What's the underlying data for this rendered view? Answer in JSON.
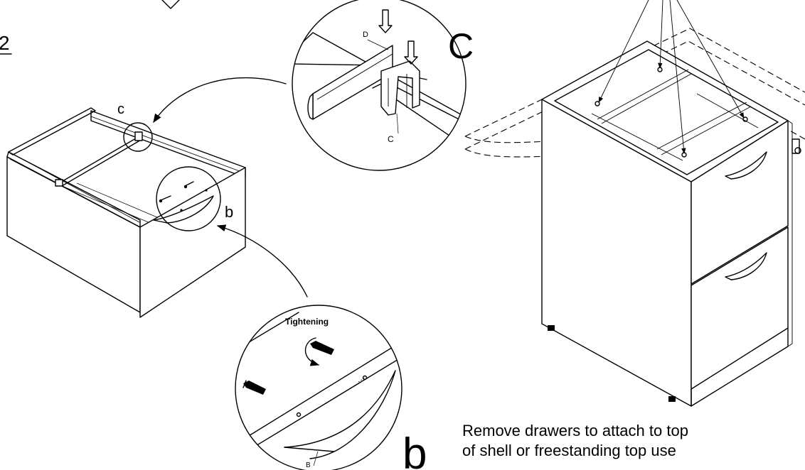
{
  "step_number": "2",
  "labels": {
    "detail_c_large": "C",
    "detail_c_small": "c",
    "part_d": "D",
    "part_c": "C",
    "detail_b_small": "b",
    "detail_b_large": "b",
    "tightening": "Tightening",
    "part_b": "B"
  },
  "caption": {
    "line1": "Remove drawers to attach to top",
    "line2": "of shell or freestanding top use"
  }
}
